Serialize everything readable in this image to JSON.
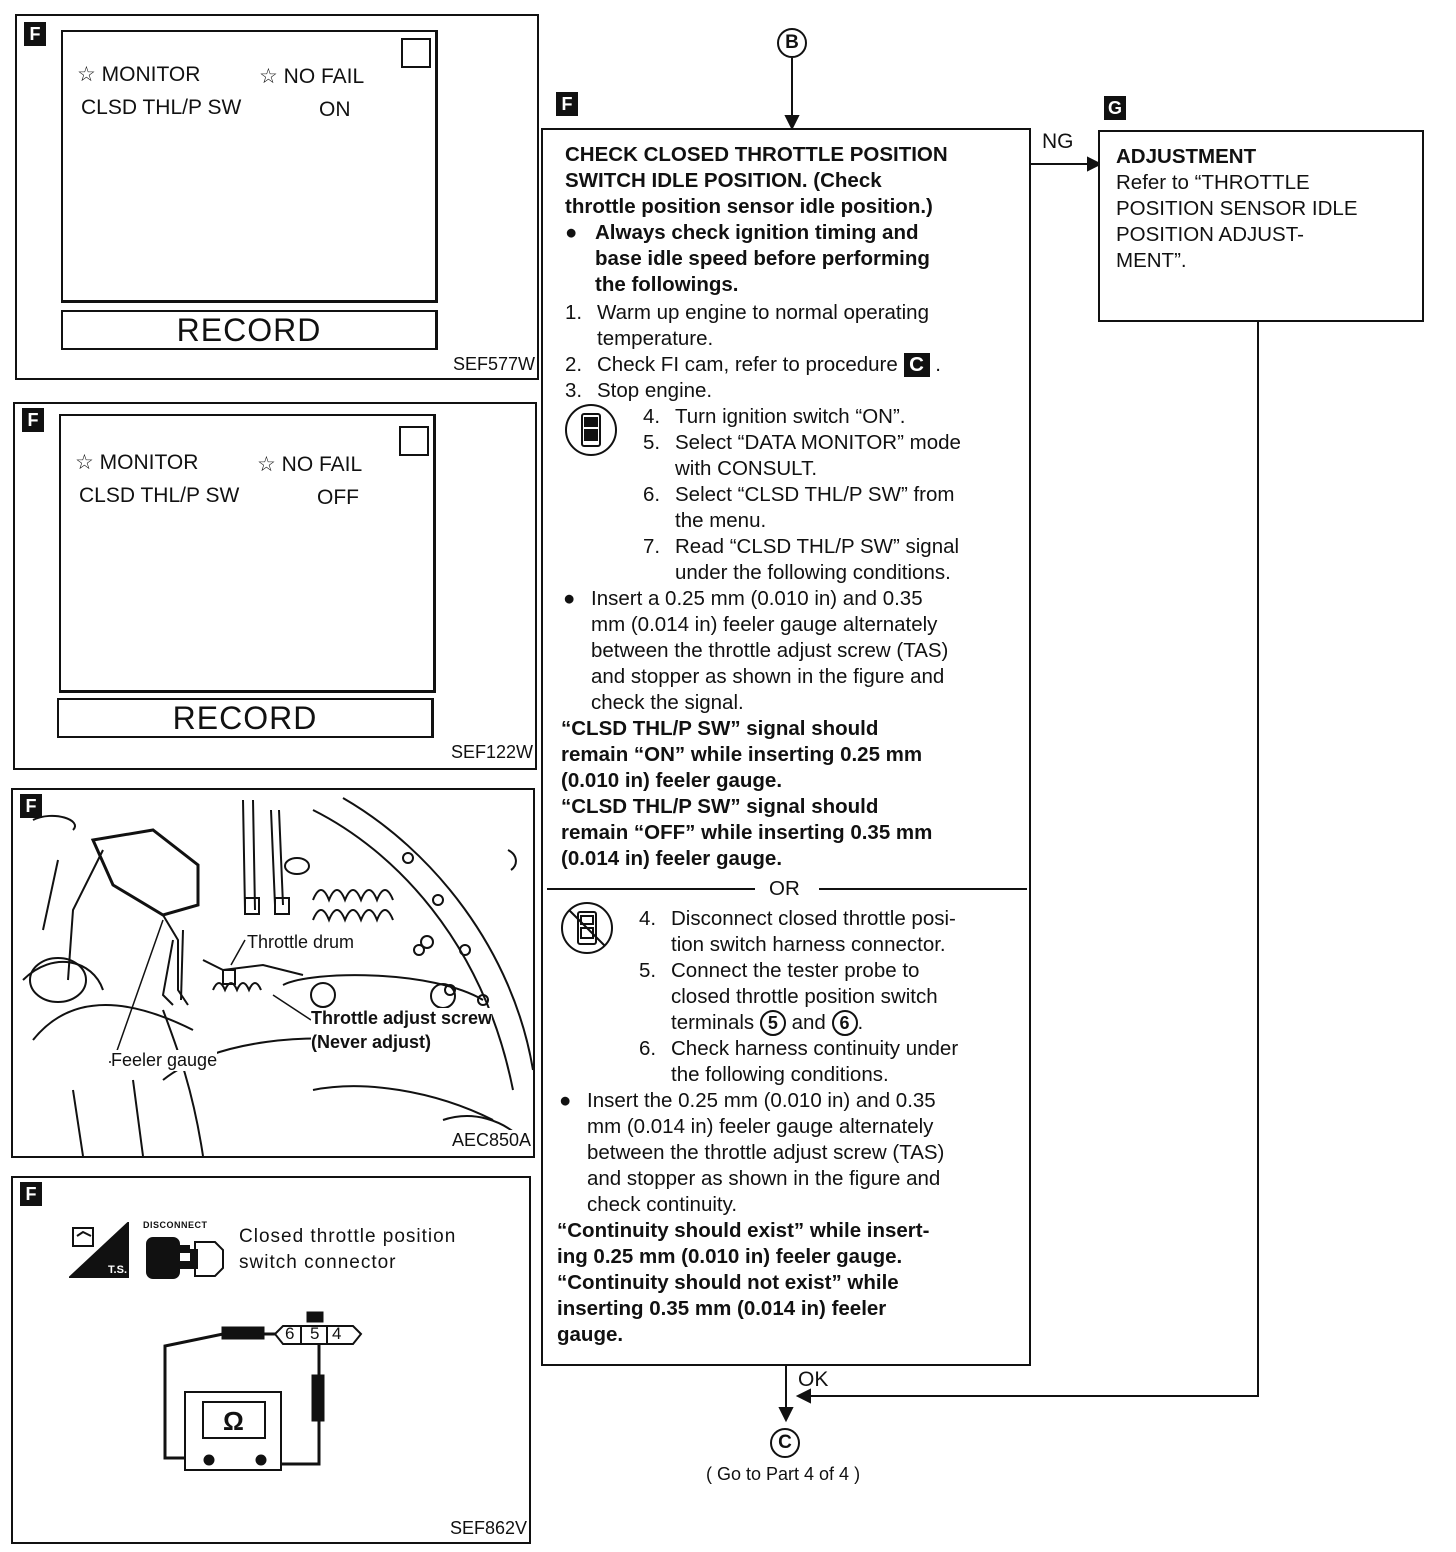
{
  "panel1": {
    "tag": "F",
    "monitor_label": "☆ MONITOR",
    "nofail_label": "☆ NO FAIL",
    "item_label": "CLSD THL/P SW",
    "item_value": "ON",
    "record_label": "RECORD",
    "code": "SEF577W"
  },
  "panel2": {
    "tag": "F",
    "monitor_label": "☆ MONITOR",
    "nofail_label": "☆ NO FAIL",
    "item_label": "CLSD THL/P SW",
    "item_value": "OFF",
    "record_label": "RECORD",
    "code": "SEF122W"
  },
  "panel3": {
    "tag": "F",
    "label_drum": "Throttle drum",
    "label_screw1": "Throttle adjust screw",
    "label_screw2": "(Never adjust)",
    "label_gauge": "Feeler gauge",
    "code": "AEC850A"
  },
  "panel4": {
    "tag": "F",
    "ts_label": "T.S.",
    "disconnect_label": "DISCONNECT",
    "connector_line1": "Closed throttle position",
    "connector_line2": "switch connector",
    "pin6": "6",
    "pin5": "5",
    "pin4": "4",
    "ohm": "Ω",
    "code": "SEF862V"
  },
  "flow": {
    "top_marker": "B",
    "main_tag": "F",
    "side_tag": "G",
    "ng_label": "NG",
    "ok_label": "OK",
    "bottom_marker": "C",
    "bottom_note": "( Go to Part 4 of 4 )",
    "or_label": "OR",
    "adjust": {
      "title": "ADJUSTMENT",
      "lines": [
        "Refer to “THROTTLE",
        "POSITION SENSOR IDLE",
        "POSITION ADJUST-",
        "MENT”."
      ]
    },
    "main": {
      "title_lines": [
        "CHECK CLOSED THROTTLE POSITION",
        "SWITCH IDLE POSITION. (Check",
        "throttle position sensor idle position.)"
      ],
      "bullet1_lines": [
        "Always check ignition timing and",
        "base idle speed before performing",
        "the followings."
      ],
      "s1_num": "1.",
      "s1_lines": [
        "Warm up engine to normal operating",
        "temperature."
      ],
      "s2_num": "2.",
      "s2_text": "Check FI cam, refer to procedure",
      "s2_ref": "C",
      "s2_end": ".",
      "s3_num": "3.",
      "s3_text": "Stop engine.",
      "a4_num": "4.",
      "a4_text": "Turn ignition switch “ON”.",
      "a5_num": "5.",
      "a5_lines": [
        "Select “DATA MONITOR” mode",
        "with CONSULT."
      ],
      "a6_num": "6.",
      "a6_lines": [
        "Select “CLSD THL/P SW” from",
        "the menu."
      ],
      "a7_num": "7.",
      "a7_lines": [
        "Read “CLSD THL/P SW” signal",
        "under the following conditions."
      ],
      "bullet2_lines": [
        "Insert a 0.25 mm (0.010 in) and 0.35",
        "mm (0.014 in) feeler gauge alternately",
        "between the throttle adjust screw (TAS)",
        "and stopper as shown in the figure and",
        "check the signal."
      ],
      "result1_lines": [
        "“CLSD THL/P SW” signal should",
        "remain “ON” while inserting 0.25 mm",
        "(0.010 in) feeler gauge.",
        "“CLSD THL/P SW” signal should",
        "remain “OFF” while inserting 0.35 mm",
        "(0.014 in) feeler gauge."
      ],
      "b4_num": "4.",
      "b4_lines": [
        "Disconnect closed throttle posi-",
        "tion switch harness connector."
      ],
      "b5_num": "5.",
      "b5_lines": [
        "Connect the tester probe to",
        "closed throttle position switch"
      ],
      "b5_last": "terminals",
      "b5_t1": "5",
      "b5_and": "and",
      "b5_t2": "6",
      "b5_end": ".",
      "b6_num": "6.",
      "b6_lines": [
        "Check harness continuity under",
        "the following conditions."
      ],
      "bullet3_lines": [
        "Insert the 0.25 mm (0.010 in) and 0.35",
        "mm (0.014 in) feeler gauge alternately",
        "between the throttle adjust screw (TAS)",
        "and stopper as shown in the figure and",
        "check continuity."
      ],
      "result2_lines": [
        "“Continuity should exist” while insert-",
        "ing 0.25 mm (0.010 in) feeler gauge.",
        "“Continuity should not exist” while",
        "inserting 0.35 mm (0.014 in) feeler",
        "gauge."
      ]
    }
  }
}
